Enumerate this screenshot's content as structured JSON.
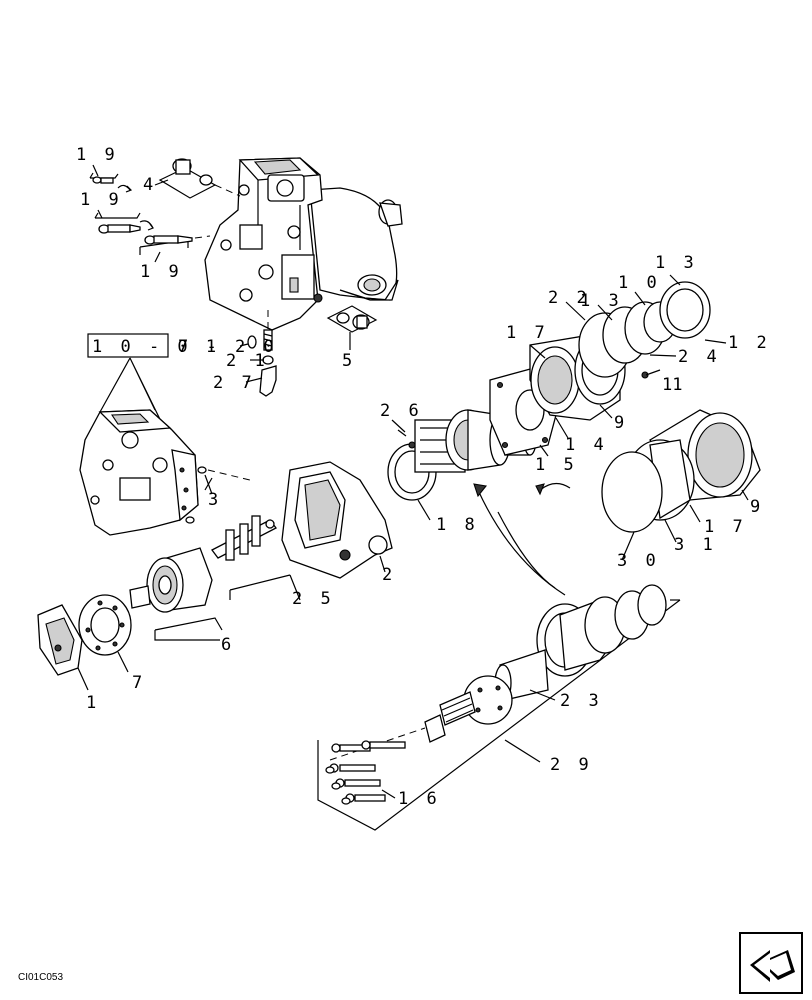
{
  "diagram_id": "CI01C053",
  "ref_box": "1 0 - 0 1",
  "nav_icon": "next-page-arrow-icon",
  "labels": {
    "l19a": "1 9",
    "l19b": "1 9",
    "l19c": "1 9",
    "l4": "4",
    "l5": "5",
    "l7_20": "7 - 2 0",
    "l21": "2 1",
    "l27": "2 7",
    "l3": "3",
    "l2": "2",
    "l25": "2 5",
    "l6": "6",
    "l7": "7",
    "l1": "1",
    "l26": "2 6",
    "l18": "1 8",
    "l15": "1 5",
    "l14": "1 4",
    "l17a": "1 7",
    "l22": "2 2",
    "l13a": "1 3",
    "l10": "1 0",
    "l13b": "1 3",
    "l12": "1 2",
    "l24": "2 4",
    "l11": "11",
    "l9a": "9",
    "l9b": "9",
    "l17b": "1 7",
    "l31": "3 1",
    "l30": "3 0",
    "l23": "2 3",
    "l29": "2 9",
    "l16": "1 6"
  }
}
